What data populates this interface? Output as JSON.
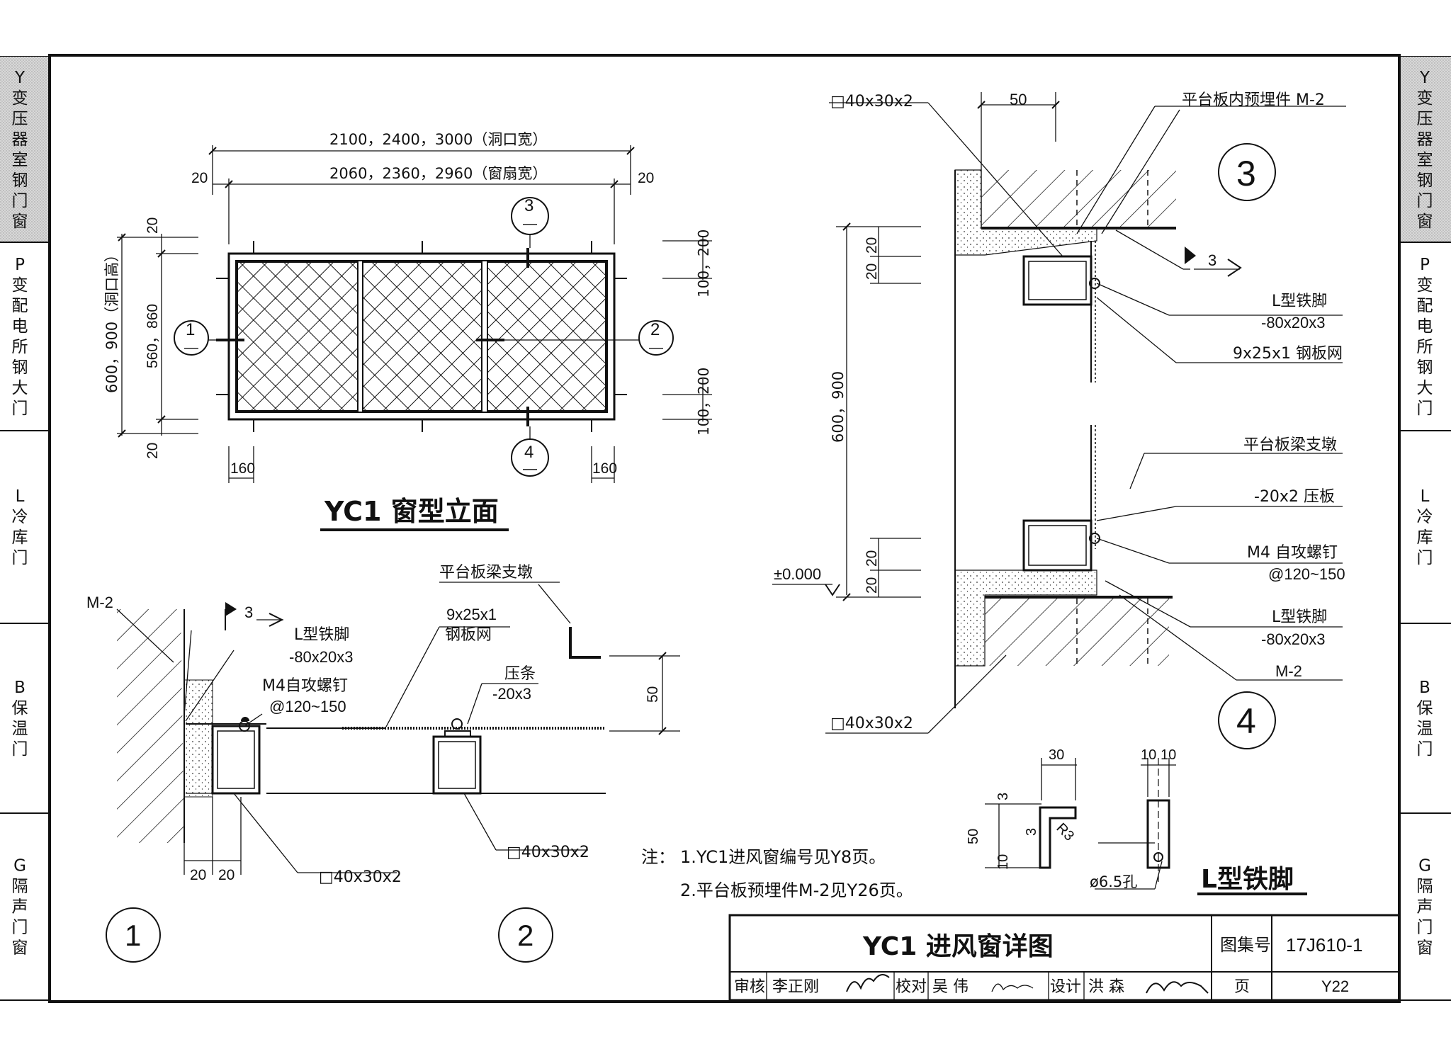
{
  "side_tabs": {
    "left": [
      {
        "code": "Y",
        "label": "变压器室钢门窗",
        "active": true
      },
      {
        "code": "P",
        "label": "变配电所钢大门",
        "active": false
      },
      {
        "code": "L",
        "label": "冷库门",
        "active": false
      },
      {
        "code": "B",
        "label": "保温门",
        "active": false
      },
      {
        "code": "G",
        "label": "隔声门窗",
        "active": false
      }
    ],
    "right": [
      {
        "code": "Y",
        "label": "变压器室钢门窗",
        "active": true
      },
      {
        "code": "P",
        "label": "变配电所钢大门",
        "active": false
      },
      {
        "code": "L",
        "label": "冷库门",
        "active": false
      },
      {
        "code": "B",
        "label": "保温门",
        "active": false
      },
      {
        "code": "G",
        "label": "隔声门窗",
        "active": false
      }
    ]
  },
  "elevation": {
    "title": "YC1 窗型立面",
    "dim_opening_width": "2100，2400，3000（洞口宽）",
    "dim_sash_width": "2060，2360，2960（窗扇宽）",
    "dim_20_left": "20",
    "dim_20_right": "20",
    "dim_opening_height": "600，900（洞口高）",
    "dim_sash_height": "560，860",
    "dim_20_top": "20",
    "dim_20_bottom": "20",
    "dim_100_200_top": "100，200",
    "dim_100_200_bottom": "100，200",
    "dim_160_left": "160",
    "dim_160_right": "160",
    "callout_1": "1",
    "callout_2": "2",
    "callout_3": "3",
    "callout_4": "4",
    "callout_dash": "—"
  },
  "detail1": {
    "number": "1",
    "m2": "M-2",
    "section_mark": "3",
    "l_foot": "L型铁脚",
    "l_foot_size": "-80x20x3",
    "screw": "M4自攻螺钉",
    "screw_spacing": "@120~150",
    "tube": "□40x30x2",
    "dim_20a": "20",
    "dim_20b": "20"
  },
  "detail2": {
    "number": "2",
    "beam_support": "平台板梁支墩",
    "mesh": "9x25x1",
    "mesh2": "钢板网",
    "strip": "压条",
    "strip_size": "-20x3",
    "tube": "□40x30x2",
    "dim_50": "50"
  },
  "detail3": {
    "number": "3",
    "tube": "□40x30x2",
    "dim_50": "50",
    "embed": "平台板内预埋件 M-2",
    "section_mark": "3",
    "l_foot": "L型铁脚",
    "l_foot_size": "-80x20x3",
    "mesh": "9x25x1 钢板网",
    "dim_20a": "20",
    "dim_20b": "20",
    "dim_600_900": "600，900"
  },
  "detail4": {
    "number": "4",
    "beam_support": "平台板梁支墩",
    "press_plate": "-20x2 压板",
    "screw": "M4 自攻螺钉",
    "screw_spacing": "@120~150",
    "l_foot": "L型铁脚",
    "l_foot_size": "-80x20x3",
    "m2": "M-2",
    "tube": "□40x30x2",
    "level": "±0.000",
    "dim_20a": "20",
    "dim_20b": "20"
  },
  "lfoot_detail": {
    "title": "L型铁脚",
    "dim_30": "30",
    "dim_10a": "10",
    "dim_10b": "10",
    "dim_3a": "3",
    "dim_3b": "3",
    "dim_r3": "R3",
    "dim_50": "50",
    "dim_10": "10",
    "hole": "ø6.5孔"
  },
  "notes": {
    "label": "注：",
    "line1": "1.YC1进风窗编号见Y8页。",
    "line2": "2.平台板预埋件M-2见Y26页。"
  },
  "title_block": {
    "title": "YC1 进风窗详图",
    "atlas_label": "图集号",
    "atlas_no": "17J610-1",
    "review_label": "审核",
    "reviewer": "李正刚",
    "check_label": "校对",
    "checker": "吴 伟",
    "design_label": "设计",
    "designer": "洪 森",
    "page_label": "页",
    "page_no": "Y22"
  }
}
